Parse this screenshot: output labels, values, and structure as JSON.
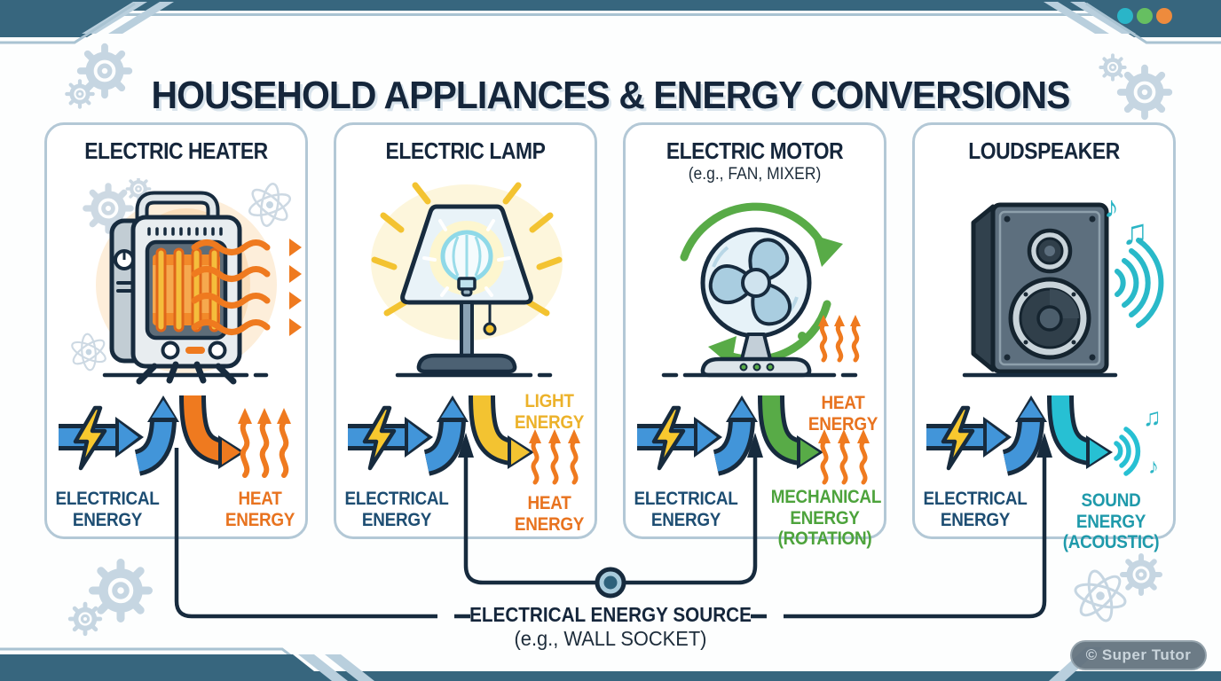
{
  "header": {
    "title": "HOUSEHOLD APPLIANCES & ENERGY CONVERSIONS"
  },
  "panels": [
    {
      "title": "ELECTRIC HEATER",
      "subtitle": "",
      "appliance_icon": "heater-icon",
      "input": {
        "label": "ELECTRICAL ENERGY",
        "color": "#1d4d72",
        "arrow_color": "#4295d9"
      },
      "outputs": [
        {
          "label": "HEAT ENERGY",
          "color": "#e8731f",
          "arrow_color": "#ef7a1f",
          "glyph": "heat-waves-icon"
        }
      ]
    },
    {
      "title": "ELECTRIC LAMP",
      "subtitle": "",
      "appliance_icon": "lamp-icon",
      "input": {
        "label": "ELECTRICAL ENERGY",
        "color": "#1d4d72",
        "arrow_color": "#4295d9"
      },
      "outputs": [
        {
          "label": "LIGHT ENERGY",
          "color": "#ecb22a",
          "arrow_color": "#f3c331",
          "glyph": "light-rays-icon"
        },
        {
          "label": "HEAT ENERGY",
          "color": "#e8731f",
          "arrow_color": "#ef7a1f",
          "glyph": "heat-waves-icon"
        }
      ]
    },
    {
      "title": "ELECTRIC MOTOR",
      "subtitle": "(e.g., FAN, MIXER)",
      "appliance_icon": "fan-icon",
      "input": {
        "label": "ELECTRICAL ENERGY",
        "color": "#1d4d72",
        "arrow_color": "#4295d9"
      },
      "outputs": [
        {
          "label": "MECHANICAL ENERGY (ROTATION)",
          "color": "#4da33c",
          "arrow_color": "#58ab47",
          "glyph": "rotation-arrows-icon"
        },
        {
          "label": "HEAT ENERGY",
          "color": "#e8731f",
          "arrow_color": "#ef7a1f",
          "glyph": "heat-waves-icon"
        }
      ]
    },
    {
      "title": "LOUDSPEAKER",
      "subtitle": "",
      "appliance_icon": "speaker-icon",
      "input": {
        "label": "ELECTRICAL ENERGY",
        "color": "#1d4d72",
        "arrow_color": "#4295d9"
      },
      "outputs": [
        {
          "label": "SOUND ENERGY (ACOUSTIC)",
          "color": "#1f9aab",
          "arrow_color": "#27c0d3",
          "glyph": "sound-waves-icon"
        }
      ]
    }
  ],
  "source": {
    "label": "ELECTRICAL ENERGY SOURCE",
    "sublabel": "(e.g., WALL SOCKET)"
  },
  "watermark": "© Super Tutor",
  "icons": {
    "music_note_single": "♪",
    "music_note_double": "♫"
  },
  "colors": {
    "band_teal": "#37667e",
    "outline_navy": "#172b3e",
    "title_navy": "#15263b",
    "panel_border": "#b3c8d6",
    "arrow_blue": "#4295d9",
    "lightning_yellow": "#f8c82e",
    "heat_orange": "#ef7a1f",
    "light_yellow": "#f3c331",
    "mech_green": "#58ab47",
    "sound_teal": "#27c0d3",
    "label_blue": "#1d4d72",
    "label_heat": "#e8731f",
    "label_light": "#ecb22a",
    "label_mech": "#4da33c",
    "label_sound": "#1f9aab",
    "deco_blue": "#c6d6e2",
    "window_dots": [
      "#2ab5c8",
      "#66bf61",
      "#ee8b3d"
    ]
  }
}
